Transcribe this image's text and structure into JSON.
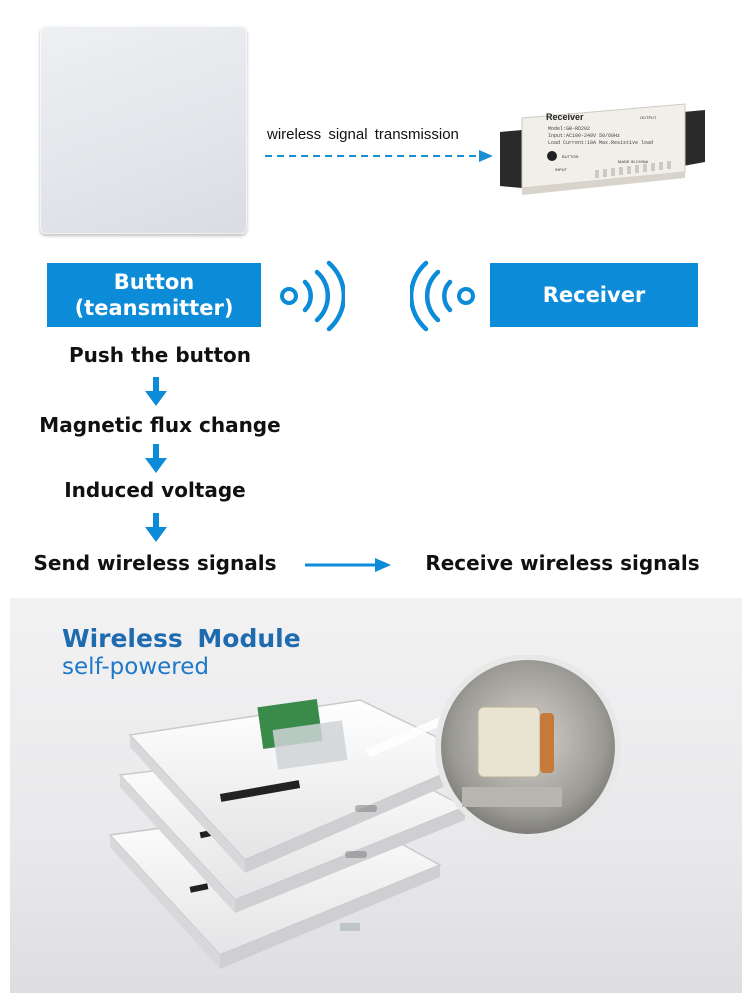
{
  "top": {
    "signal_text": "wireless  signal transmission",
    "receiver_device": {
      "brand": "Receiver",
      "model": "Model:GB-RD202",
      "input": "Input:AC100-240V 50/60Hz",
      "load": "Load Current:10A Max.Resistive load",
      "button_label": "BUTTON",
      "input_label": "INPUT",
      "output_label": "OUTPUT",
      "made_in": "MADE IN CHINA"
    }
  },
  "boxes": {
    "button_line1": "Button",
    "button_line2": "(teansmitter)",
    "receiver": "Receiver"
  },
  "flow": {
    "steps": [
      "Push the button",
      "Magnetic flux change",
      "Induced voltage",
      "Send wireless signals"
    ],
    "receive": "Receive wireless signals"
  },
  "bottom": {
    "title": "Wireless  Module",
    "subtitle": "self-powered"
  },
  "colors": {
    "accent_blue": "#0c8bd8",
    "title_blue": "#1f6bb0"
  }
}
